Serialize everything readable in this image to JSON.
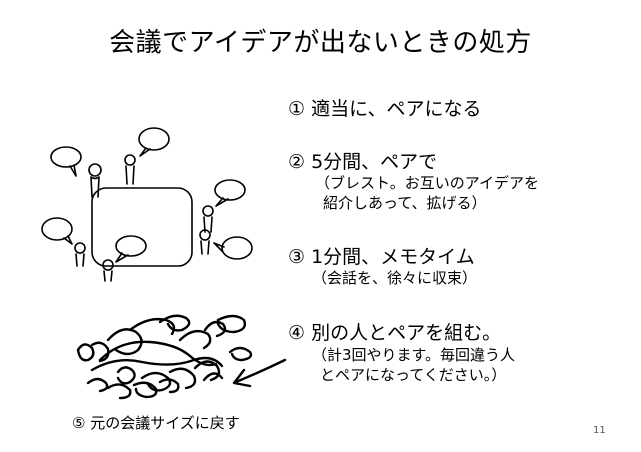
{
  "slide": {
    "title": "会議でアイデアが出ないときの処方",
    "steps": [
      {
        "label": "① 適当に、ペアになる",
        "sub": []
      },
      {
        "label": "② 5分間、ペアで",
        "sub": [
          "（ブレスト。お互いのアイデアを",
          "紹介しあって、拡げる）"
        ]
      },
      {
        "label": "③ 1分間、メモタイム",
        "sub": [
          "（会話を、徐々に収束）"
        ]
      },
      {
        "label": "④ 別の人とペアを組む。",
        "sub": [
          "（計3回やります。毎回違う人",
          "とペアになってください。）"
        ]
      }
    ],
    "step5": "⑤ 元の会議サイズに戻す",
    "page_number": "11"
  }
}
